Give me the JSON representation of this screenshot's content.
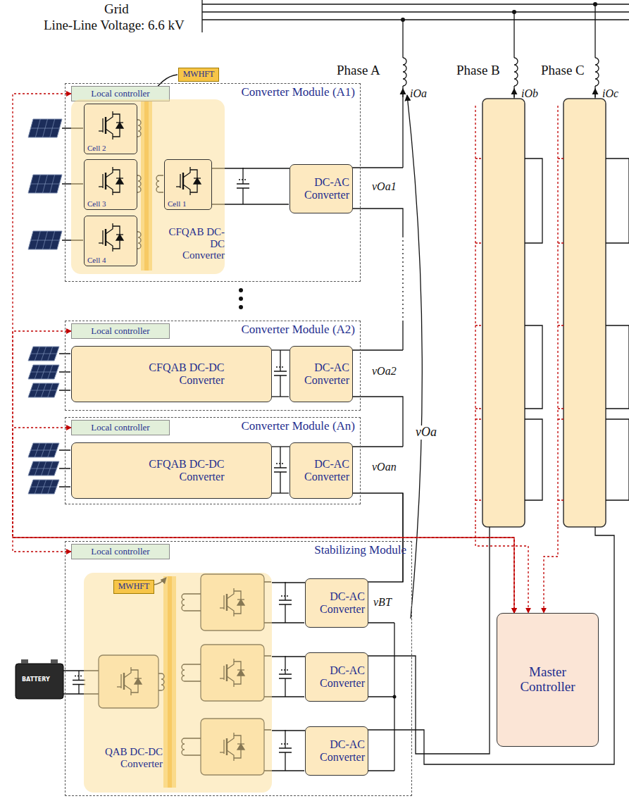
{
  "diagram": {
    "nodes": [
      {
        "text": [
          "Converter Module (A1)"
        ]
      },
      {
        "text": [
          "Local controller"
        ],
        "in": 0
      },
      {
        "text": [
          "CFQAB DC-DC Converter"
        ],
        "in": 0
      },
      {
        "text": [
          "MWHFT"
        ],
        "in": 0
      },
      {
        "text": [
          "Cell 2"
        ],
        "in": 2
      },
      {
        "text": [
          "Cell 3"
        ],
        "in": 2
      },
      {
        "text": [
          "Cell 4"
        ],
        "in": 2
      },
      {
        "text": [
          "Cell 1"
        ],
        "in": 2
      },
      {
        "text": [
          "DC-AC Converter"
        ],
        "in": 0
      },
      {
        "text": [
          "Converter Module (A2)"
        ]
      },
      {
        "text": [
          "Local controller"
        ],
        "in": 9
      },
      {
        "text": [
          "CFQAB DC-DC Converter"
        ],
        "in": 9
      },
      {
        "text": [
          "DC-AC Converter"
        ],
        "in": 9
      },
      {
        "text": [
          "Converter Module (An)"
        ]
      },
      {
        "text": [
          "Local controller"
        ],
        "in": 13
      },
      {
        "text": [
          "CFQAB DC-DC Converter"
        ],
        "in": 13
      },
      {
        "text": [
          "DC-AC Converter"
        ],
        "in": 13
      },
      {
        "text": [
          "Stabilizing Module"
        ]
      },
      {
        "text": [
          "Local controller"
        ],
        "in": 17
      },
      {
        "text": [
          "QAB DC-DC Converter"
        ],
        "in": 17
      },
      {
        "text": [
          "MWHFT"
        ],
        "in": 17
      },
      {
        "text": [
          "DC-AC Converter"
        ],
        "in": 17
      },
      {
        "text": [
          "DC-AC Converter"
        ],
        "in": 17
      },
      {
        "text": [
          "DC-AC Converter"
        ],
        "in": 17
      },
      {
        "text": [
          "Master Controller"
        ]
      }
    ],
    "edges": [
      {
        "from": 1,
        "to": 24,
        "arrow": "both"
      },
      {
        "from": 10,
        "to": 24,
        "arrow": "both"
      },
      {
        "from": 14,
        "to": 24,
        "arrow": "both"
      },
      {
        "from": 18,
        "to": 24,
        "arrow": "both"
      },
      {
        "from": 7,
        "to": 8,
        "arrow": "none"
      },
      {
        "from": 11,
        "to": 12,
        "arrow": "none"
      },
      {
        "from": 15,
        "to": 16,
        "arrow": "none"
      },
      {
        "from": 19,
        "to": 21,
        "arrow": "none"
      },
      {
        "from": 19,
        "to": 22,
        "arrow": "none"
      },
      {
        "from": 19,
        "to": 23,
        "arrow": "none"
      }
    ],
    "labels": [
      "Grid",
      "Line-Line Voltage: 6.6 kV",
      "Phase A",
      "iOa",
      "Phase B",
      "iOb",
      "Phase C",
      "iOc",
      "vOa1",
      "vOa2",
      "vOan",
      "vOa",
      "vBT",
      "BATTERY"
    ]
  }
}
